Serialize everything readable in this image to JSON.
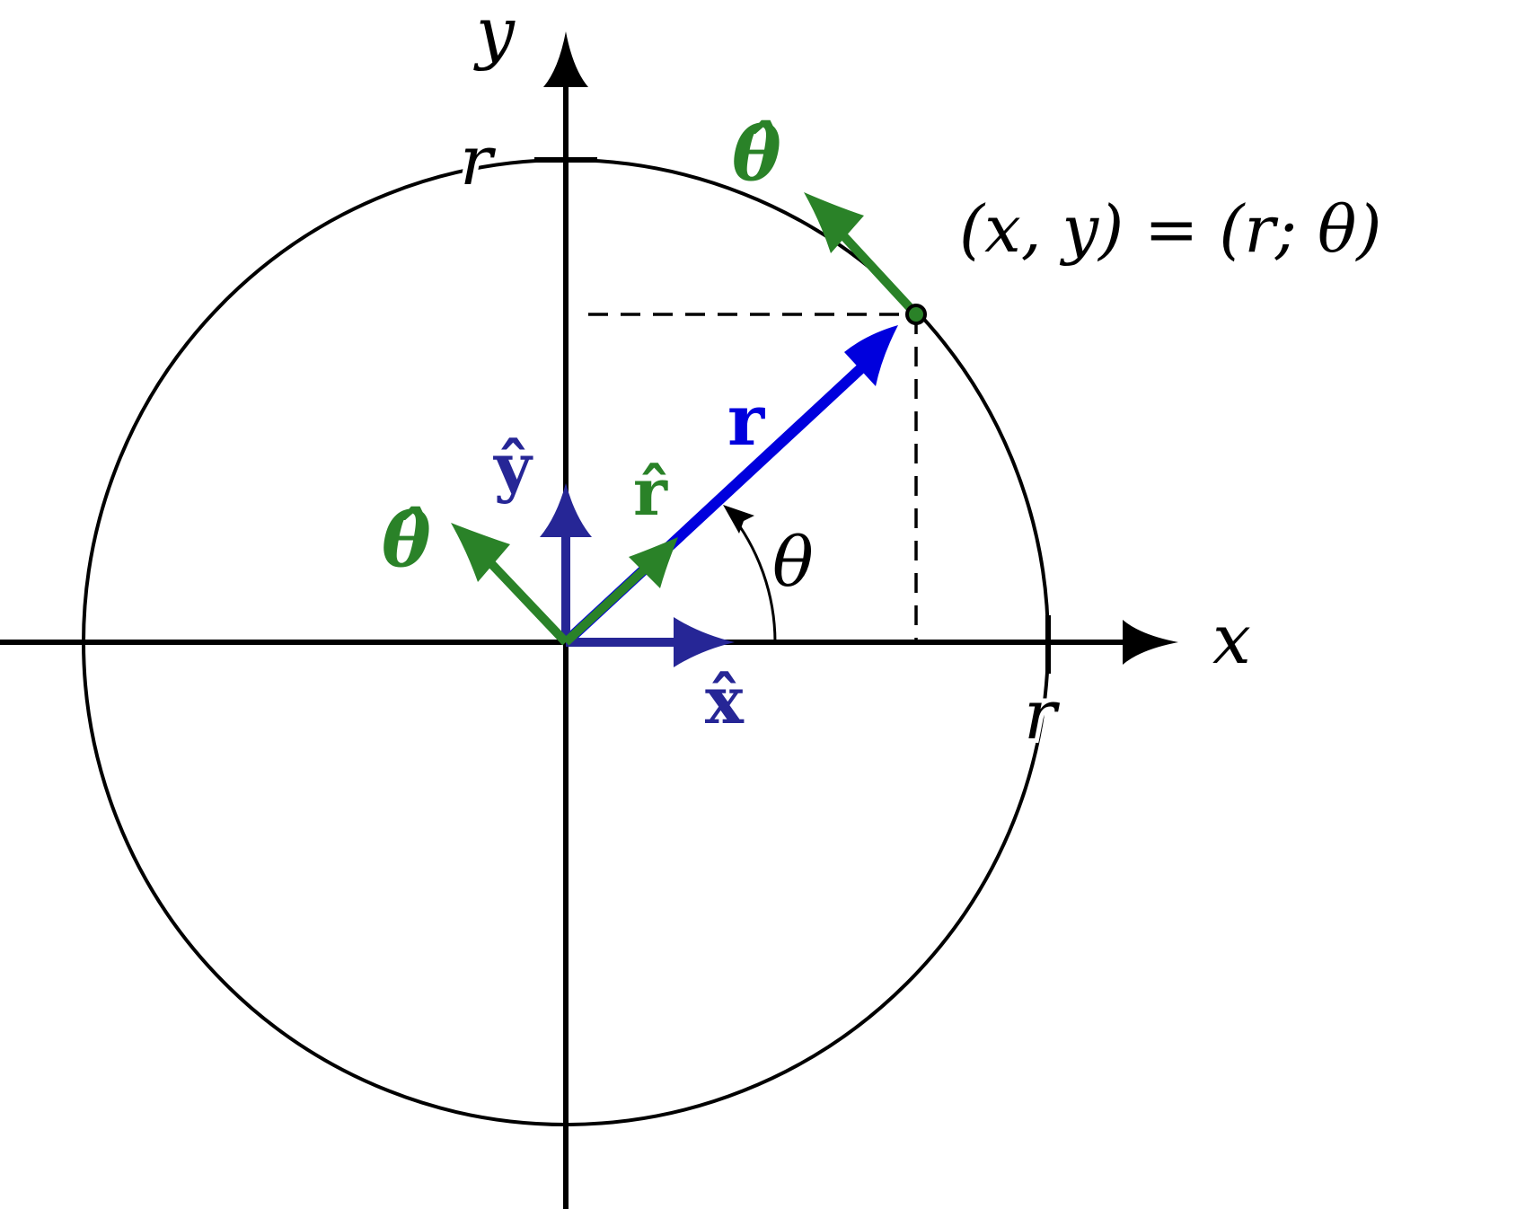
{
  "labels": {
    "x_axis": "x",
    "y_axis": "y",
    "r_tick_y": "r",
    "r_tick_x": "r",
    "point": "(x, y) = (r; θ)",
    "r_vector": "r",
    "theta_angle": "θ",
    "x_hat": "x̂",
    "y_hat": "ŷ",
    "r_hat": "r̂",
    "theta_hat_origin": "θ̂",
    "theta_hat_point": "θ̂"
  },
  "colors": {
    "axes": "#000000",
    "r_vector": "#0000dd",
    "cartesian_unit_vectors": "#262696",
    "polar_unit_vectors": "#2a8228"
  }
}
